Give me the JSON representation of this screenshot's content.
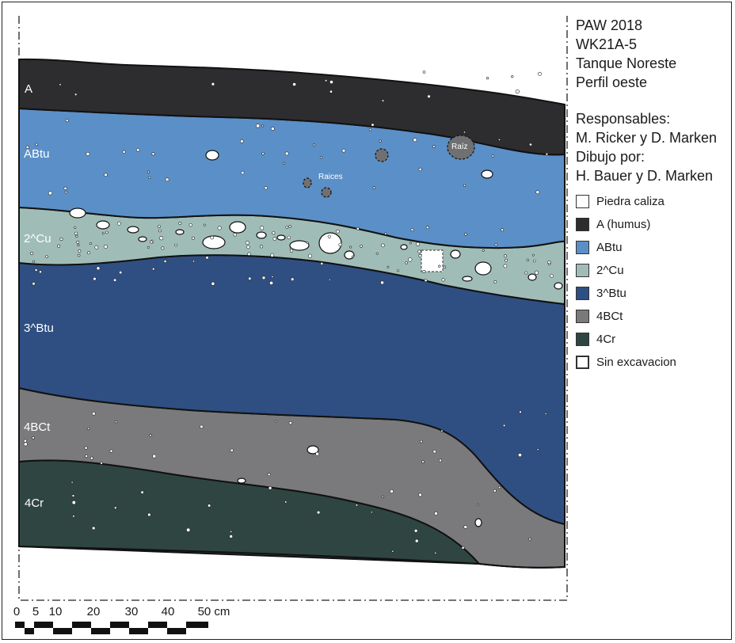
{
  "header": {
    "lines": [
      "PAW 2018",
      "WK21A-5",
      "Tanque Noreste",
      "Perfil oeste"
    ]
  },
  "credits": {
    "lines": [
      "Responsables:",
      "M. Ricker y D. Marken",
      "Dibujo por:",
      "H. Bauer y D. Marken"
    ]
  },
  "layers": [
    {
      "label": "A",
      "color": "#2d2d2f"
    },
    {
      "label": "ABtu",
      "color": "#5b8fc7"
    },
    {
      "label": "2^Cu",
      "color": "#9fbdb6"
    },
    {
      "label": "3^Btu",
      "color": "#2f4f82"
    },
    {
      "label": "4BCt",
      "color": "#7a7a7c"
    },
    {
      "label": "4Cr",
      "color": "#2f4541"
    }
  ],
  "annotations": {
    "raiz": "Raíz",
    "raices": "Raices"
  },
  "legend": [
    {
      "label": "Piedra caliza",
      "color": "#ffffff"
    },
    {
      "label": "A (humus)",
      "color": "#2d2d2f"
    },
    {
      "label": "ABtu",
      "color": "#5b8fc7"
    },
    {
      "label": "2^Cu",
      "color": "#9fbdb6"
    },
    {
      "label": "3^Btu",
      "color": "#2f4f82"
    },
    {
      "label": "4BCt",
      "color": "#7a7a7c"
    },
    {
      "label": "4Cr",
      "color": "#2f4541"
    },
    {
      "label": "Sin excavacion",
      "color": "#ffffff"
    }
  ],
  "scale": {
    "ticks": [
      "0",
      "5",
      "10",
      "20",
      "30",
      "40",
      "50 cm"
    ]
  }
}
